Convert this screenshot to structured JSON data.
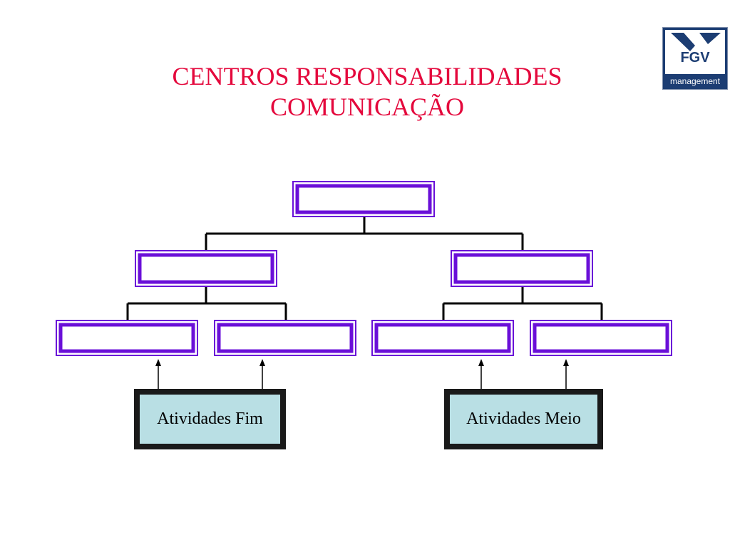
{
  "title": {
    "line1": "CENTROS RESPONSABILIDADES",
    "line2": "COMUNICAÇÃO"
  },
  "logo": {
    "name": "FGV",
    "subtitle": "management"
  },
  "activities": {
    "fim": "Atividades Fim",
    "meio": "Atividades Meio"
  },
  "colors": {
    "title": "#e4083c",
    "box_border": "#6a0fd8",
    "activity_fill": "#b9dfe4",
    "activity_border": "#1a1a1a",
    "logo_navy": "#1c3d73"
  }
}
